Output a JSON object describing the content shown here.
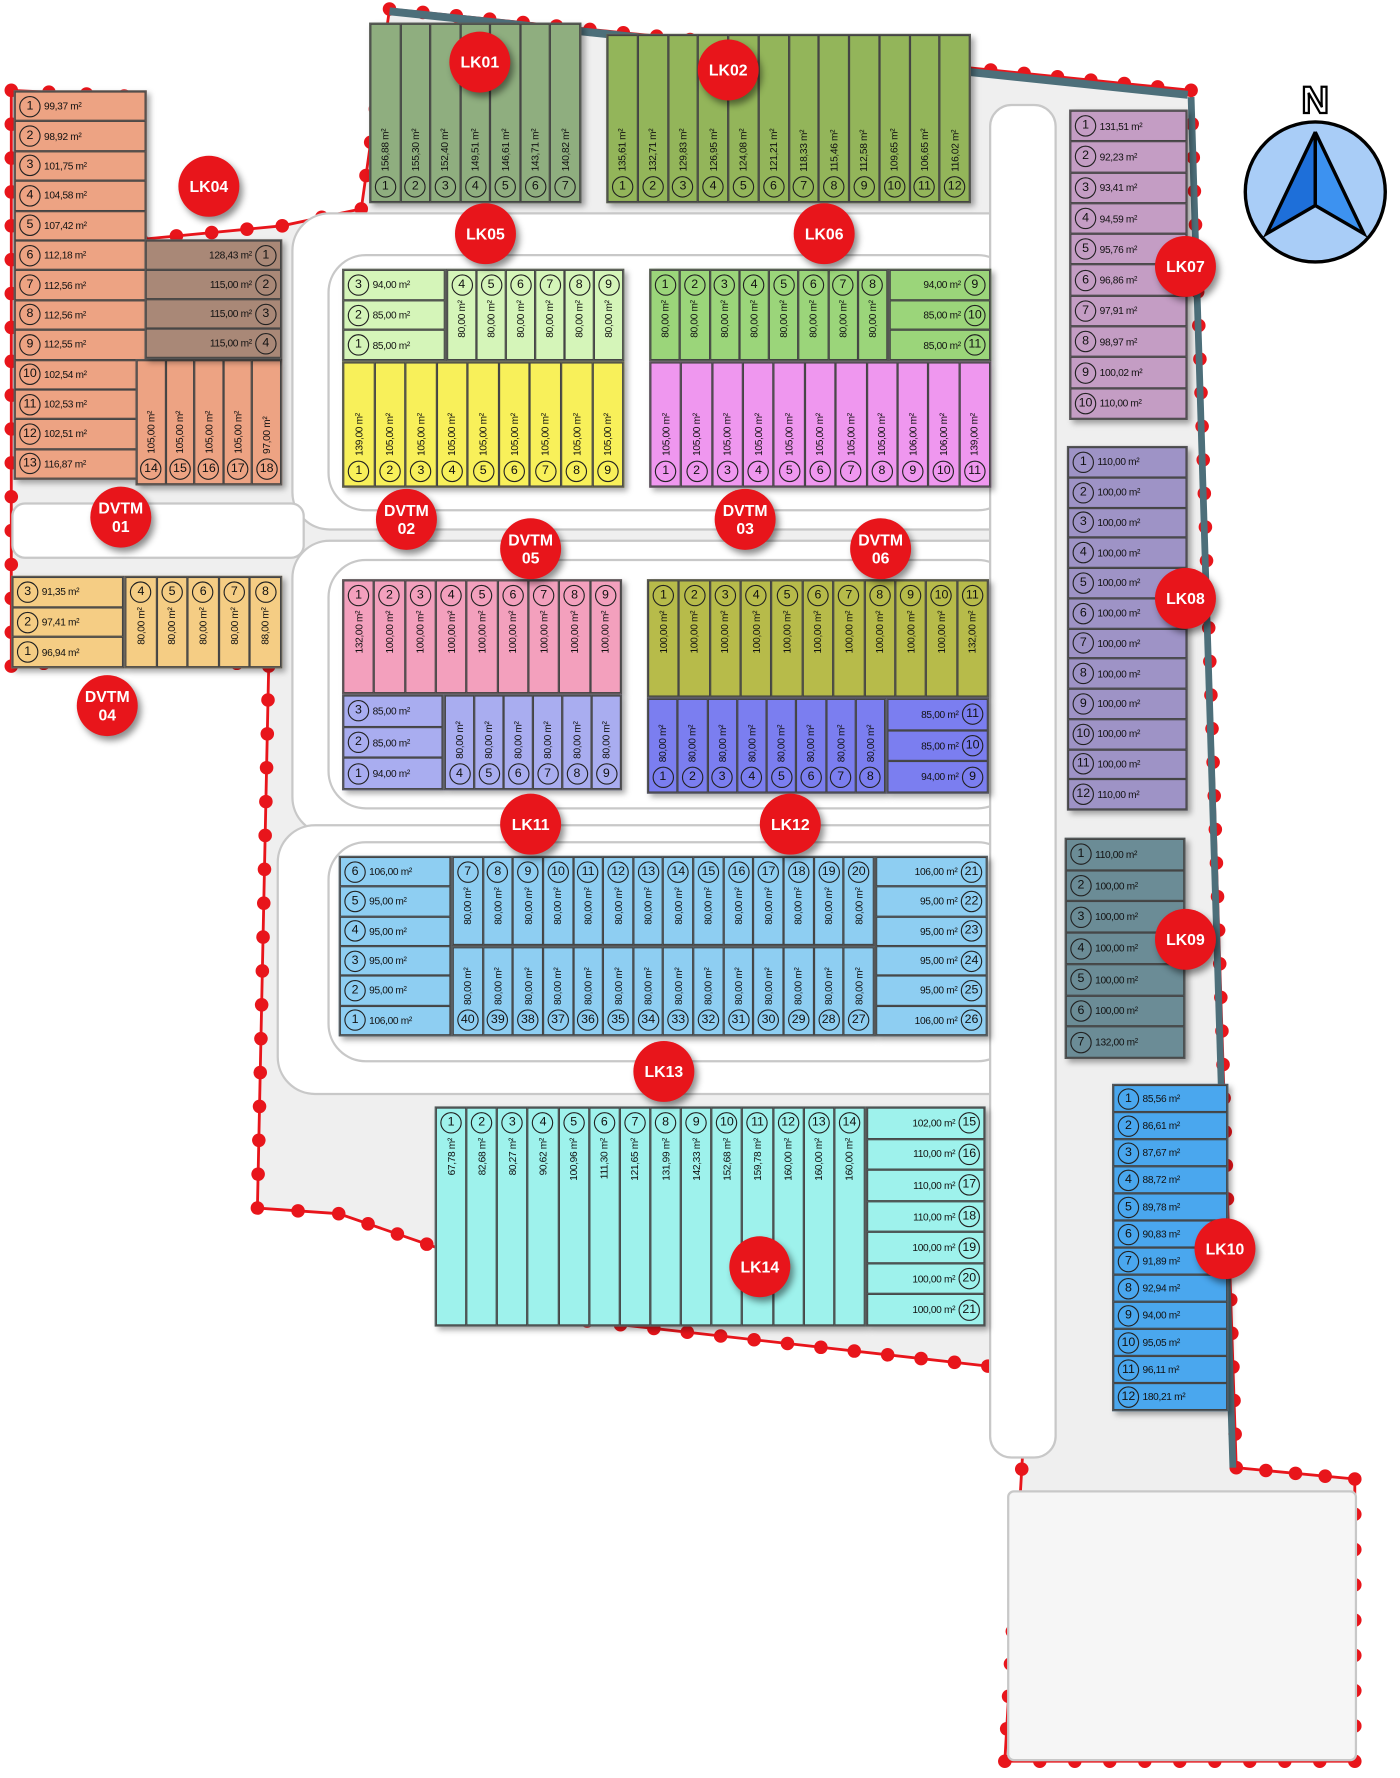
{
  "colors": {
    "boundary": "#e8151b",
    "road_edge": "#c8c8c8",
    "label": "#e8151b",
    "compass_fill": "#a9cdf7",
    "compass_arrow": "#1e6fd9"
  },
  "compass": {
    "letter": "N",
    "icon": "north-arrow-icon"
  },
  "blocks": {
    "LK01": {
      "label": "LK01",
      "color": "#8fae7f",
      "plots": [
        "156,88 m²",
        "155,30 m²",
        "152,40 m²",
        "149,51 m²",
        "146,61 m²",
        "143,71 m²",
        "140,82 m²"
      ]
    },
    "LK02": {
      "label": "LK02",
      "color": "#93b55a",
      "plots": [
        "135,61 m²",
        "132,71 m²",
        "129,83 m²",
        "126,95 m²",
        "124,08 m²",
        "121,21 m²",
        "118,33 m²",
        "115,46 m²",
        "112,58 m²",
        "109,65 m²",
        "106,65 m²",
        "116,02 m²"
      ]
    },
    "DVTM01": {
      "label": "DVTM\n01",
      "color": "#eda383",
      "plots": [
        "99,37 m²",
        "98,92 m²",
        "101,75 m²",
        "104,58 m²",
        "107,42 m²",
        "112,18 m²",
        "112,56 m²",
        "112,56 m²",
        "112,55 m²",
        "102,54 m²",
        "102,53 m²",
        "102,51 m²",
        "116,87 m²",
        "105,00 m²",
        "105,00 m²",
        "105,00 m²",
        "105,00 m²",
        "97,00 m²"
      ]
    },
    "LK04": {
      "label": "LK04",
      "color": "#a98877",
      "plots": [
        "128,43 m²",
        "115,00 m²",
        "115,00 m²",
        "115,00 m²"
      ]
    },
    "LK05": {
      "label": "LK05",
      "color": "#d5f5b9",
      "plots": [
        "85,00 m²",
        "85,00 m²",
        "94,00 m²",
        "80,00 m²",
        "80,00 m²",
        "80,00 m²",
        "80,00 m²",
        "80,00 m²",
        "80,00 m²"
      ]
    },
    "DVTM02": {
      "label": "DVTM\n02",
      "color": "#f8f05a",
      "plots": [
        "139,00 m²",
        "105,00 m²",
        "105,00 m²",
        "105,00 m²",
        "105,00 m²",
        "105,00 m²",
        "105,00 m²",
        "105,00 m²",
        "105,00 m²"
      ]
    },
    "LK06": {
      "label": "LK06",
      "color": "#9bd57a",
      "plots": [
        "80,00 m²",
        "80,00 m²",
        "80,00 m²",
        "80,00 m²",
        "80,00 m²",
        "80,00 m²",
        "80,00 m²",
        "80,00 m²",
        "94,00 m²",
        "85,00 m²",
        "85,00 m²"
      ]
    },
    "DVTM03": {
      "label": "DVTM\n03",
      "color": "#ef97ef",
      "plots": [
        "105,00 m²",
        "105,00 m²",
        "105,00 m²",
        "105,00 m²",
        "105,00 m²",
        "105,00 m²",
        "105,00 m²",
        "105,00 m²",
        "106,00 m²",
        "106,00 m²",
        "139,00 m²"
      ]
    },
    "LK07": {
      "label": "LK07",
      "color": "#c49dc4",
      "plots": [
        "131,51 m²",
        "92,23 m²",
        "93,41 m²",
        "94,59 m²",
        "95,76 m²",
        "96,86 m²",
        "97,91 m²",
        "98,97 m²",
        "100,02 m²",
        "110,00 m²"
      ]
    },
    "LK08": {
      "label": "LK08",
      "color": "#9e93c6",
      "plots": [
        "110,00 m²",
        "100,00 m²",
        "100,00 m²",
        "100,00 m²",
        "100,00 m²",
        "100,00 m²",
        "100,00 m²",
        "100,00 m²",
        "100,00 m²",
        "100,00 m²",
        "100,00 m²",
        "110,00 m²"
      ]
    },
    "LK09": {
      "label": "LK09",
      "color": "#6b8c96",
      "plots": [
        "110,00 m²",
        "100,00 m²",
        "100,00 m²",
        "100,00 m²",
        "100,00 m²",
        "100,00 m²",
        "132,00 m²"
      ]
    },
    "LK10": {
      "label": "LK10",
      "color": "#4aa7ee",
      "plots": [
        "85,56 m²",
        "86,61 m²",
        "87,67 m²",
        "88,72 m²",
        "89,78 m²",
        "90,83 m²",
        "91,89 m²",
        "92,94 m²",
        "94,00 m²",
        "95,05 m²",
        "96,11 m²",
        "180,21 m²"
      ]
    },
    "DVTM04": {
      "label": "DVTM\n04",
      "color": "#f5cd84",
      "plots": [
        "96,94 m²",
        "97,41 m²",
        "91,35 m²",
        "80,00 m²",
        "80,00 m²",
        "80,00 m²",
        "80,00 m²",
        "88,00 m²"
      ]
    },
    "DVTM05": {
      "label": "DVTM\n05",
      "color": "#f3a0bd",
      "plots": [
        "132,00 m²",
        "100,00 m²",
        "100,00 m²",
        "100,00 m²",
        "100,00 m²",
        "100,00 m²",
        "100,00 m²",
        "100,00 m²",
        "100,00 m²"
      ]
    },
    "LK11": {
      "label": "LK11",
      "color": "#a9adf0",
      "plots": [
        "94,00 m²",
        "85,00 m²",
        "85,00 m²",
        "80,00 m²",
        "80,00 m²",
        "80,00 m²",
        "80,00 m²",
        "80,00 m²",
        "80,00 m²"
      ]
    },
    "DVTM06": {
      "label": "DVTM\n06",
      "color": "#b7bb4a",
      "plots": [
        "100,00 m²",
        "100,00 m²",
        "100,00 m²",
        "100,00 m²",
        "100,00 m²",
        "100,00 m²",
        "100,00 m²",
        "100,00 m²",
        "100,00 m²",
        "100,00 m²",
        "132,00 m²"
      ]
    },
    "LK12": {
      "label": "LK12",
      "color": "#7b7ef0",
      "plots": [
        "80,00 m²",
        "80,00 m²",
        "80,00 m²",
        "80,00 m²",
        "80,00 m²",
        "80,00 m²",
        "80,00 m²",
        "80,00 m²",
        "94,00 m²",
        "85,00 m²",
        "85,00 m²"
      ]
    },
    "LK13": {
      "label": "LK13",
      "color": "#8ecef2",
      "plots": [
        "106,00 m²",
        "95,00 m²",
        "95,00 m²",
        "95,00 m²",
        "95,00 m²",
        "106,00 m²",
        "80,00 m²",
        "80,00 m²",
        "80,00 m²",
        "80,00 m²",
        "80,00 m²",
        "80,00 m²",
        "80,00 m²",
        "80,00 m²",
        "80,00 m²",
        "80,00 m²",
        "80,00 m²",
        "80,00 m²",
        "80,00 m²",
        "80,00 m²",
        "106,00 m²",
        "95,00 m²",
        "95,00 m²",
        "95,00 m²",
        "95,00 m²",
        "106,00 m²",
        "80,00 m²",
        "80,00 m²",
        "80,00 m²",
        "80,00 m²",
        "80,00 m²",
        "80,00 m²",
        "80,00 m²",
        "80,00 m²",
        "80,00 m²",
        "80,00 m²",
        "80,00 m²",
        "80,00 m²",
        "80,00 m²",
        "80,00 m²"
      ]
    },
    "LK14": {
      "label": "LK14",
      "color": "#9ef2ec",
      "plots": [
        "67,78 m²",
        "82,68 m²",
        "80,27 m²",
        "90,62 m²",
        "100,96 m²",
        "111,30 m²",
        "121,65 m²",
        "131,99 m²",
        "142,33 m²",
        "152,68 m²",
        "159,78 m²",
        "160,00 m²",
        "160,00 m²",
        "160,00 m²",
        "102,00 m²",
        "110,00 m²",
        "110,00 m²",
        "110,00 m²",
        "100,00 m²",
        "100,00 m²",
        "100,00 m²"
      ]
    }
  }
}
